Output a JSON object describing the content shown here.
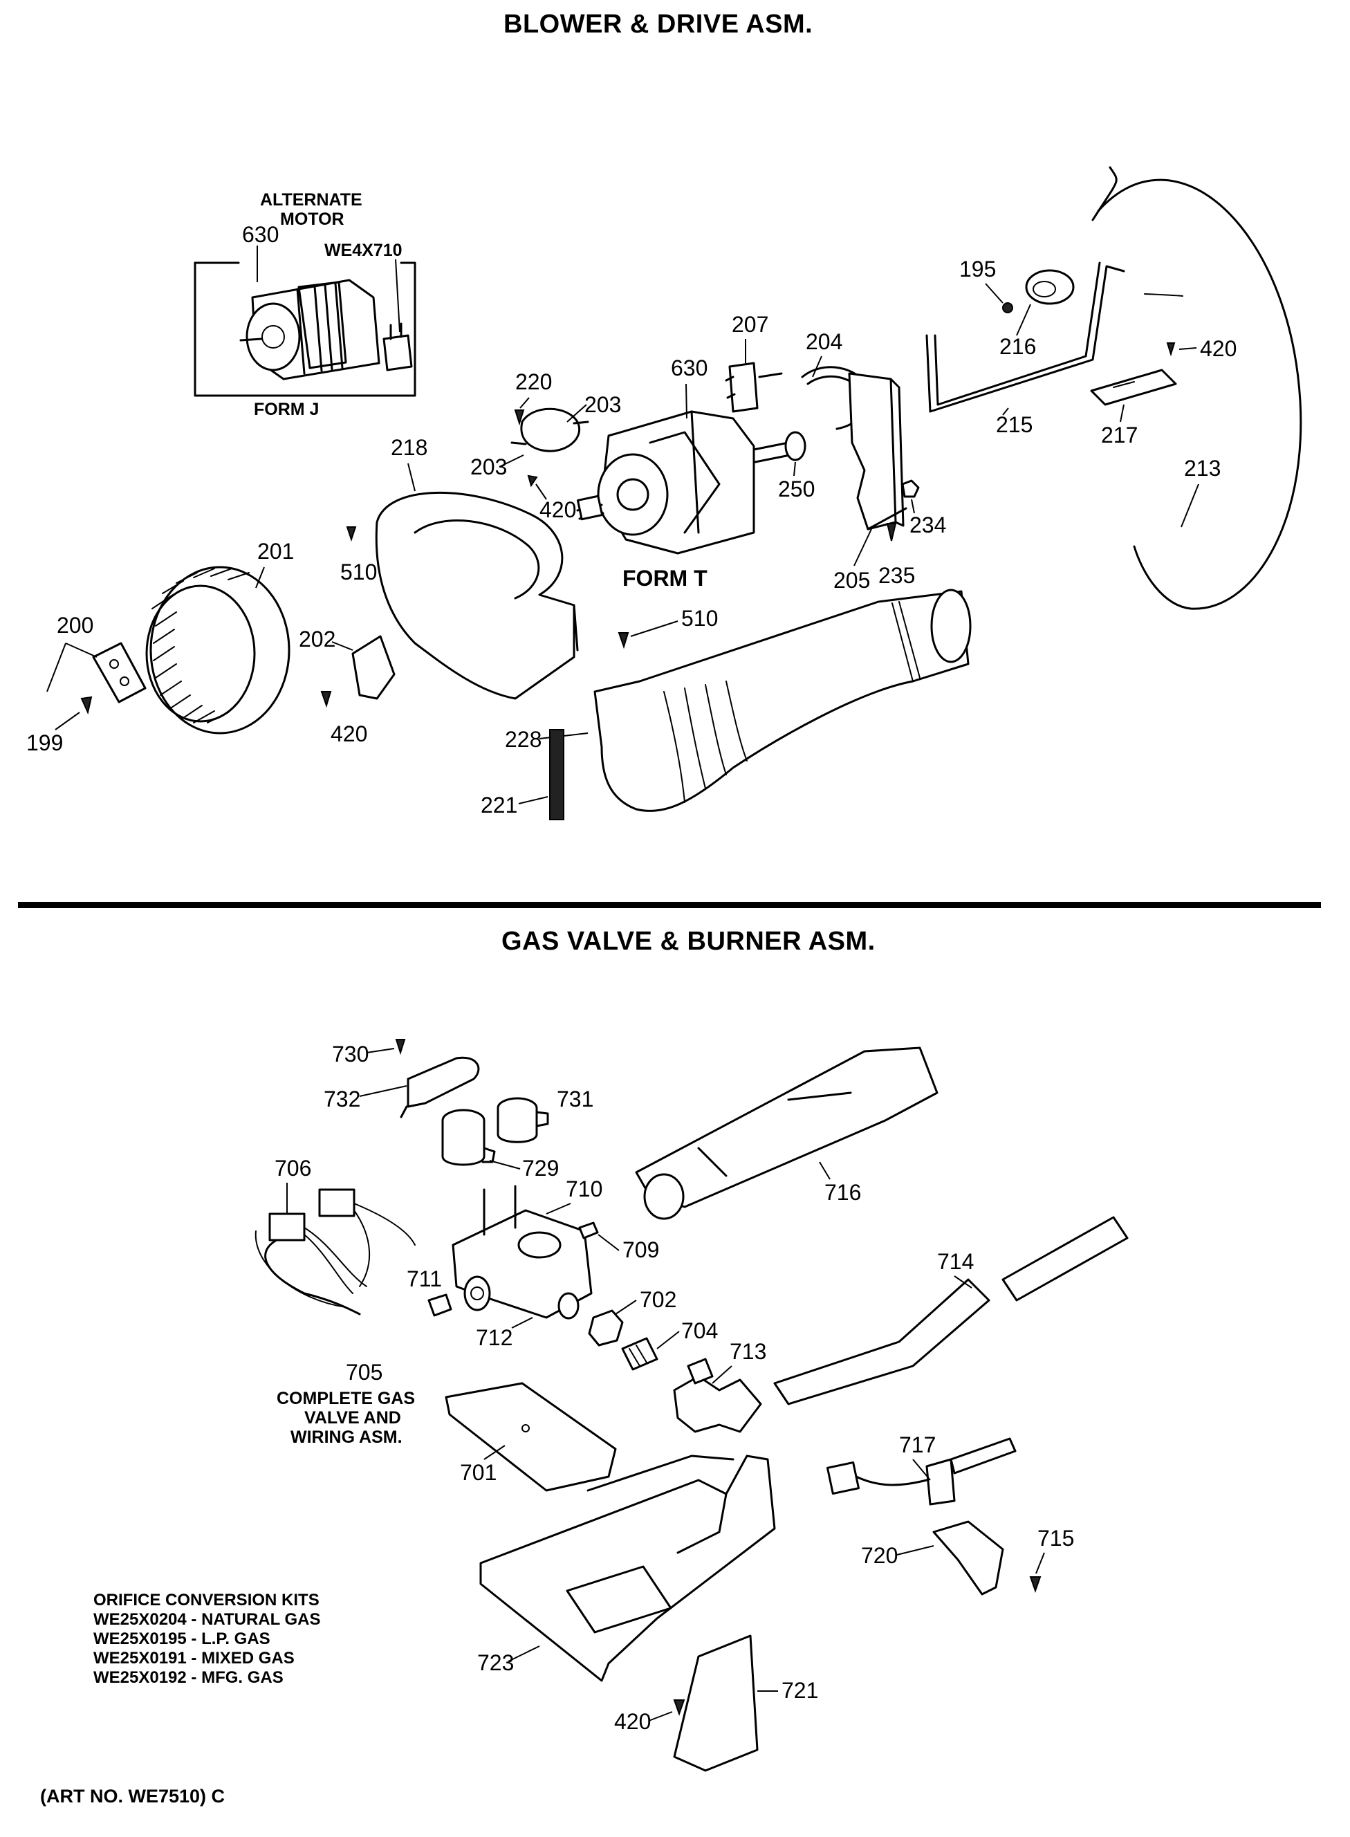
{
  "sections": {
    "top_title": "BLOWER & DRIVE ASM.",
    "bottom_title": "GAS VALVE & BURNER ASM."
  },
  "captions": {
    "alternate_motor_line1": "ALTERNATE",
    "alternate_motor_line2": "MOTOR",
    "form_j": "FORM J",
    "form_t": "FORM T",
    "complete_gas_line1": "COMPLETE GAS",
    "complete_gas_line2": "VALVE AND",
    "complete_gas_line3": "WIRING ASM."
  },
  "part_labels": {
    "p630a": "630",
    "we4x710": "WE4X710",
    "p195": "195",
    "p216": "216",
    "p215": "215",
    "p217": "217",
    "p420a": "420",
    "p213": "213",
    "p207": "207",
    "p204": "204",
    "p630b": "630",
    "p220": "220",
    "p203a": "203",
    "p203b": "203",
    "p420b": "420",
    "p250": "250",
    "p234": "234",
    "p235": "235",
    "p205": "205",
    "p218": "218",
    "p510a": "510",
    "p510b": "510",
    "p201": "201",
    "p202": "202",
    "p200": "200",
    "p199": "199",
    "p420c": "420",
    "p228": "228",
    "p221": "221",
    "p730": "730",
    "p732": "732",
    "p731": "731",
    "p729": "729",
    "p716": "716",
    "p706": "706",
    "p710": "710",
    "p709": "709",
    "p711": "711",
    "p712": "712",
    "p702": "702",
    "p704": "704",
    "p713": "713",
    "p714": "714",
    "p705": "705",
    "p701": "701",
    "p717": "717",
    "p720": "720",
    "p715": "715",
    "p723": "723",
    "p721": "721",
    "p420d": "420"
  },
  "kits": {
    "heading": "ORIFICE CONVERSION KITS",
    "items": [
      "WE25X0204 - NATURAL GAS",
      "WE25X0195 - L.P. GAS",
      "WE25X0191 - MIXED GAS",
      "WE25X0192 - MFG. GAS"
    ]
  },
  "art_number": "(ART NO. WE7510) C"
}
